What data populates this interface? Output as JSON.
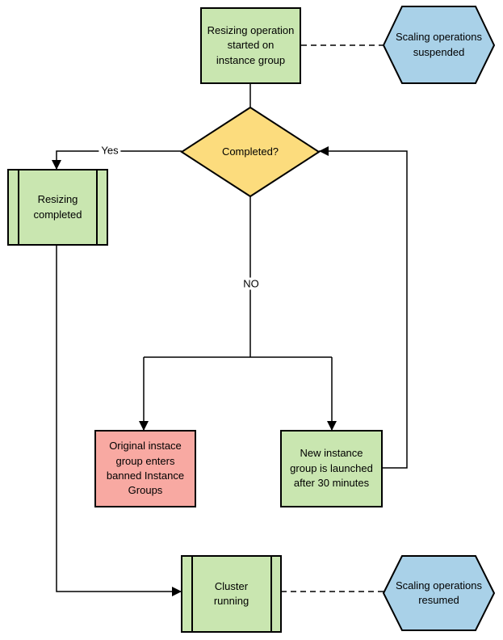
{
  "colors": {
    "process": "#c9e6b0",
    "decision": "#fcdc7d",
    "terminal": "#a9d1e8",
    "warning": "#f8a9a2",
    "stroke": "#000000"
  },
  "nodes": {
    "start": {
      "label": "Resizing operation\nstarted on\ninstance group"
    },
    "suspended": {
      "label": "Scaling operations\nsuspended"
    },
    "decision": {
      "label": "Completed?"
    },
    "resizing_completed": {
      "label": "Resizing\ncompleted"
    },
    "banned": {
      "label": "Original instace\ngroup enters\nbanned Instance\nGroups"
    },
    "new_group": {
      "label": "New instance\ngroup is launched\nafter 30 minutes"
    },
    "cluster": {
      "label": "Cluster\nrunning"
    },
    "resumed": {
      "label": "Scaling operations\nresumed"
    }
  },
  "edges": {
    "yes_label": "Yes",
    "no_label": "NO"
  }
}
